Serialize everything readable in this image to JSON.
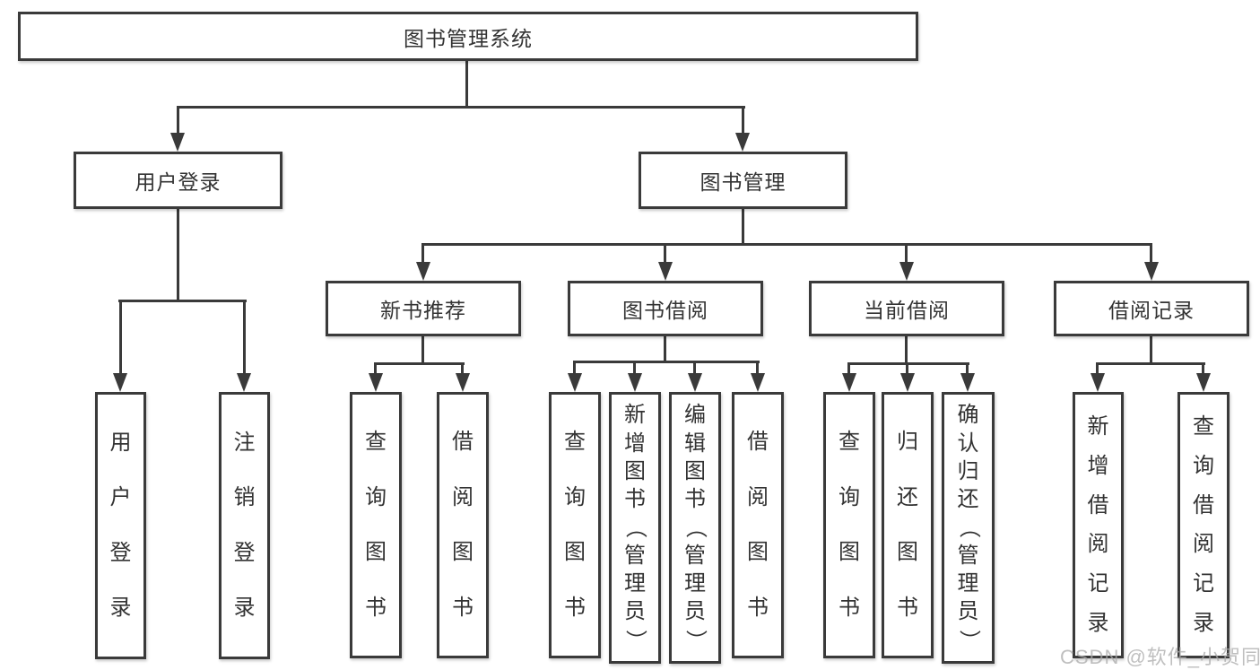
{
  "watermark": "CSDN @软件_小贺同学",
  "colors": {
    "line": "#3a3a3a",
    "text": "#333333",
    "box_background": "#ffffff",
    "watermark": "#c4c4c4",
    "page_background": "#ffffff"
  },
  "tree": {
    "root": "图书管理系统",
    "branches": [
      {
        "label": "用户登录",
        "children": [
          {
            "label": "用户登录"
          },
          {
            "label": "注销登录"
          }
        ]
      },
      {
        "label": "图书管理",
        "children": [
          {
            "label": "新书推荐",
            "children": [
              {
                "label": "查询图书"
              },
              {
                "label": "借阅图书"
              }
            ]
          },
          {
            "label": "图书借阅",
            "children": [
              {
                "label": "查询图书"
              },
              {
                "label": "新增图书（管理员）"
              },
              {
                "label": "编辑图书（管理员）"
              },
              {
                "label": "借阅图书"
              }
            ]
          },
          {
            "label": "当前借阅",
            "children": [
              {
                "label": "查询图书"
              },
              {
                "label": "归还图书"
              },
              {
                "label": "确认归还（管理员）"
              }
            ]
          },
          {
            "label": "借阅记录",
            "children": [
              {
                "label": "新增借阅记录"
              },
              {
                "label": "查询借阅记录"
              }
            ]
          }
        ]
      }
    ]
  }
}
